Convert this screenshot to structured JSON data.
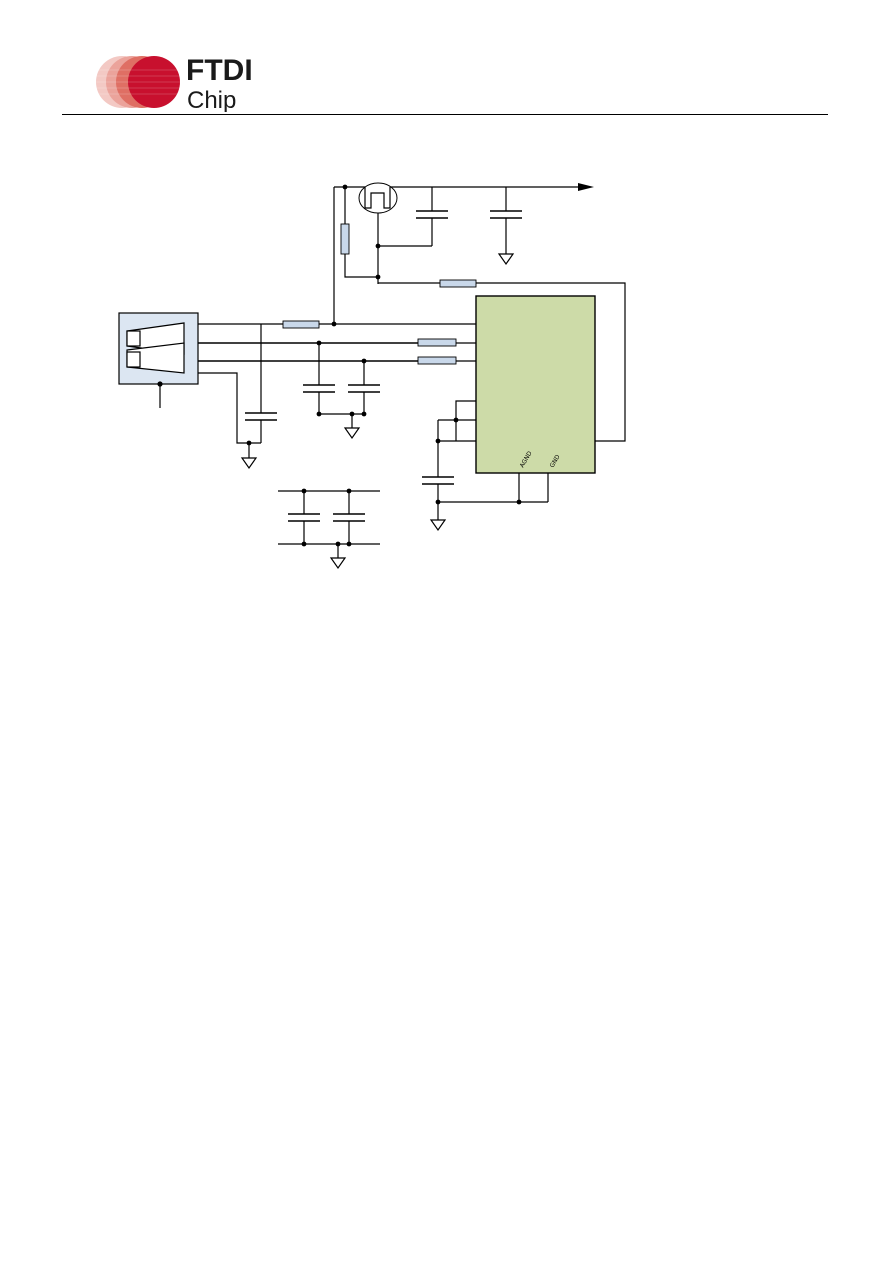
{
  "header": {
    "logo_text_line1": "FTDI",
    "logo_text_line2": "Chip",
    "brand_color": "#c8102e",
    "text_color": "#1a1a1a"
  },
  "schematic": {
    "ic_fill": "#cddba8",
    "usb_fill": "#dce6f2",
    "resistor_fill": "#c9d8ea",
    "pins": {
      "agnd": "AGND",
      "gnd": "GND"
    }
  }
}
